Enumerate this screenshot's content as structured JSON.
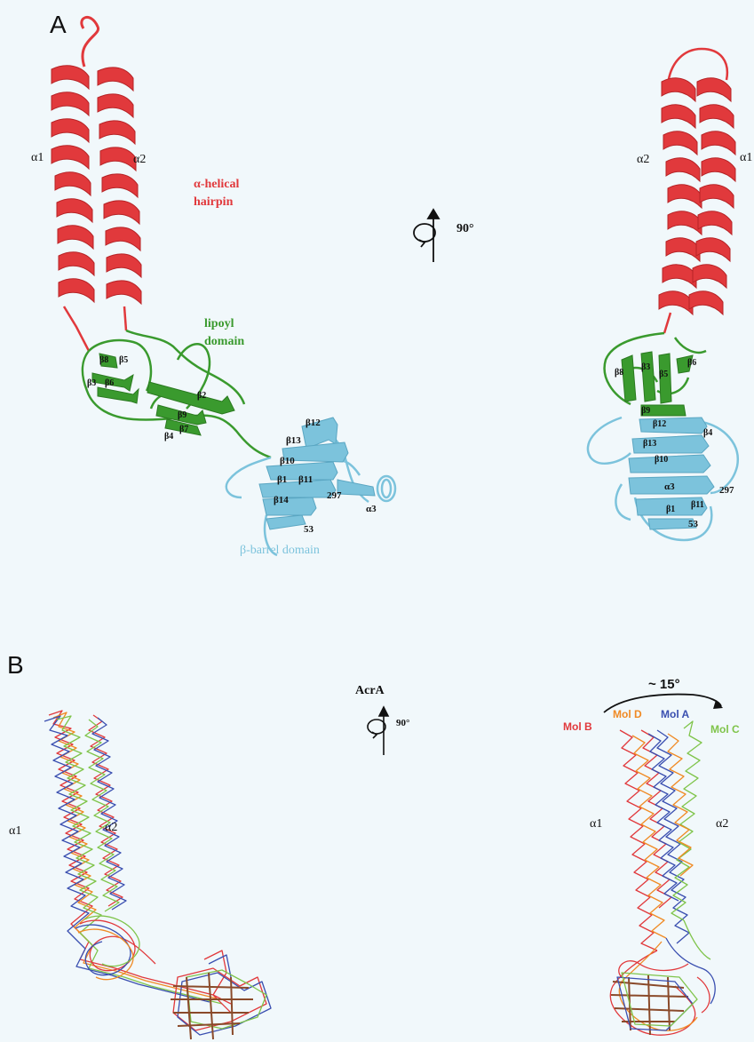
{
  "panels": {
    "a": "A",
    "b": "B"
  },
  "panel_a": {
    "left": {
      "helix_labels": [
        "α1",
        "α2"
      ],
      "domain_labels": {
        "hairpin_line1": "α-helical",
        "hairpin_line2": "hairpin",
        "lipoyl_line1": "lipoyl",
        "lipoyl_line2": "domain",
        "barrel": "β-barrel domain"
      },
      "strand_labels": [
        "β8",
        "β5",
        "β3",
        "β6",
        "β2",
        "β9",
        "β7",
        "β4",
        "β12",
        "β13",
        "β10",
        "β1",
        "β11",
        "β14",
        "297",
        "α3",
        "53"
      ]
    },
    "rotation_label": "90°",
    "right": {
      "helix_labels": [
        "α2",
        "α1"
      ],
      "strand_labels": [
        "β8",
        "β3",
        "β5",
        "β6",
        "β9",
        "β12",
        "β4",
        "β13",
        "β10",
        "α3",
        "297",
        "β1",
        "β11",
        "53"
      ]
    }
  },
  "panel_b": {
    "title": "AcrA",
    "left_helix_labels": [
      "α1",
      "α2"
    ],
    "rotation_label": "90°",
    "angle_label": "~ 15°",
    "molecules": [
      "Mol B",
      "Mol D",
      "Mol A",
      "Mol C"
    ],
    "right_helix_labels": [
      "α1",
      "α2"
    ]
  },
  "colors": {
    "helical": "#e1393c",
    "lipoyl": "#3a9a2e",
    "barrel": "#7cc3dc",
    "mol_b": "#e1393c",
    "mol_d": "#f08a24",
    "mol_a": "#3a4fb0",
    "mol_c": "#7fc44a"
  }
}
